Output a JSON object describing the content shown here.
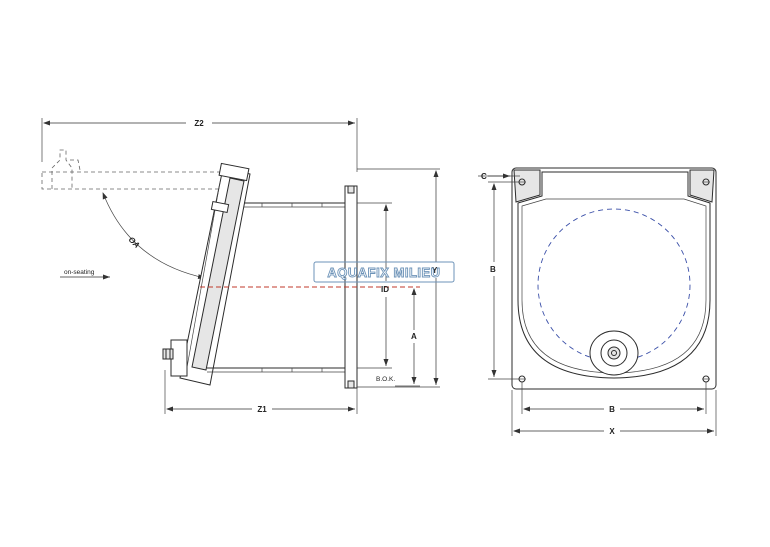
{
  "diagram": {
    "labels": {
      "z2": "Z2",
      "oa": "OA",
      "on_seating": "on-seating",
      "y": "Y",
      "id": "ID",
      "a": "A",
      "bok": "B.O.K.",
      "z1": "Z1",
      "c": "C",
      "b_vertical": "B",
      "b_horizontal": "B",
      "x": "X"
    },
    "watermark": "AQUAFIX MILIEU",
    "colors": {
      "line": "#2b2b2b",
      "centerline_red": "#c0392b",
      "opening_blue": "#3a4fa8",
      "watermark": "#6d93b8"
    }
  }
}
